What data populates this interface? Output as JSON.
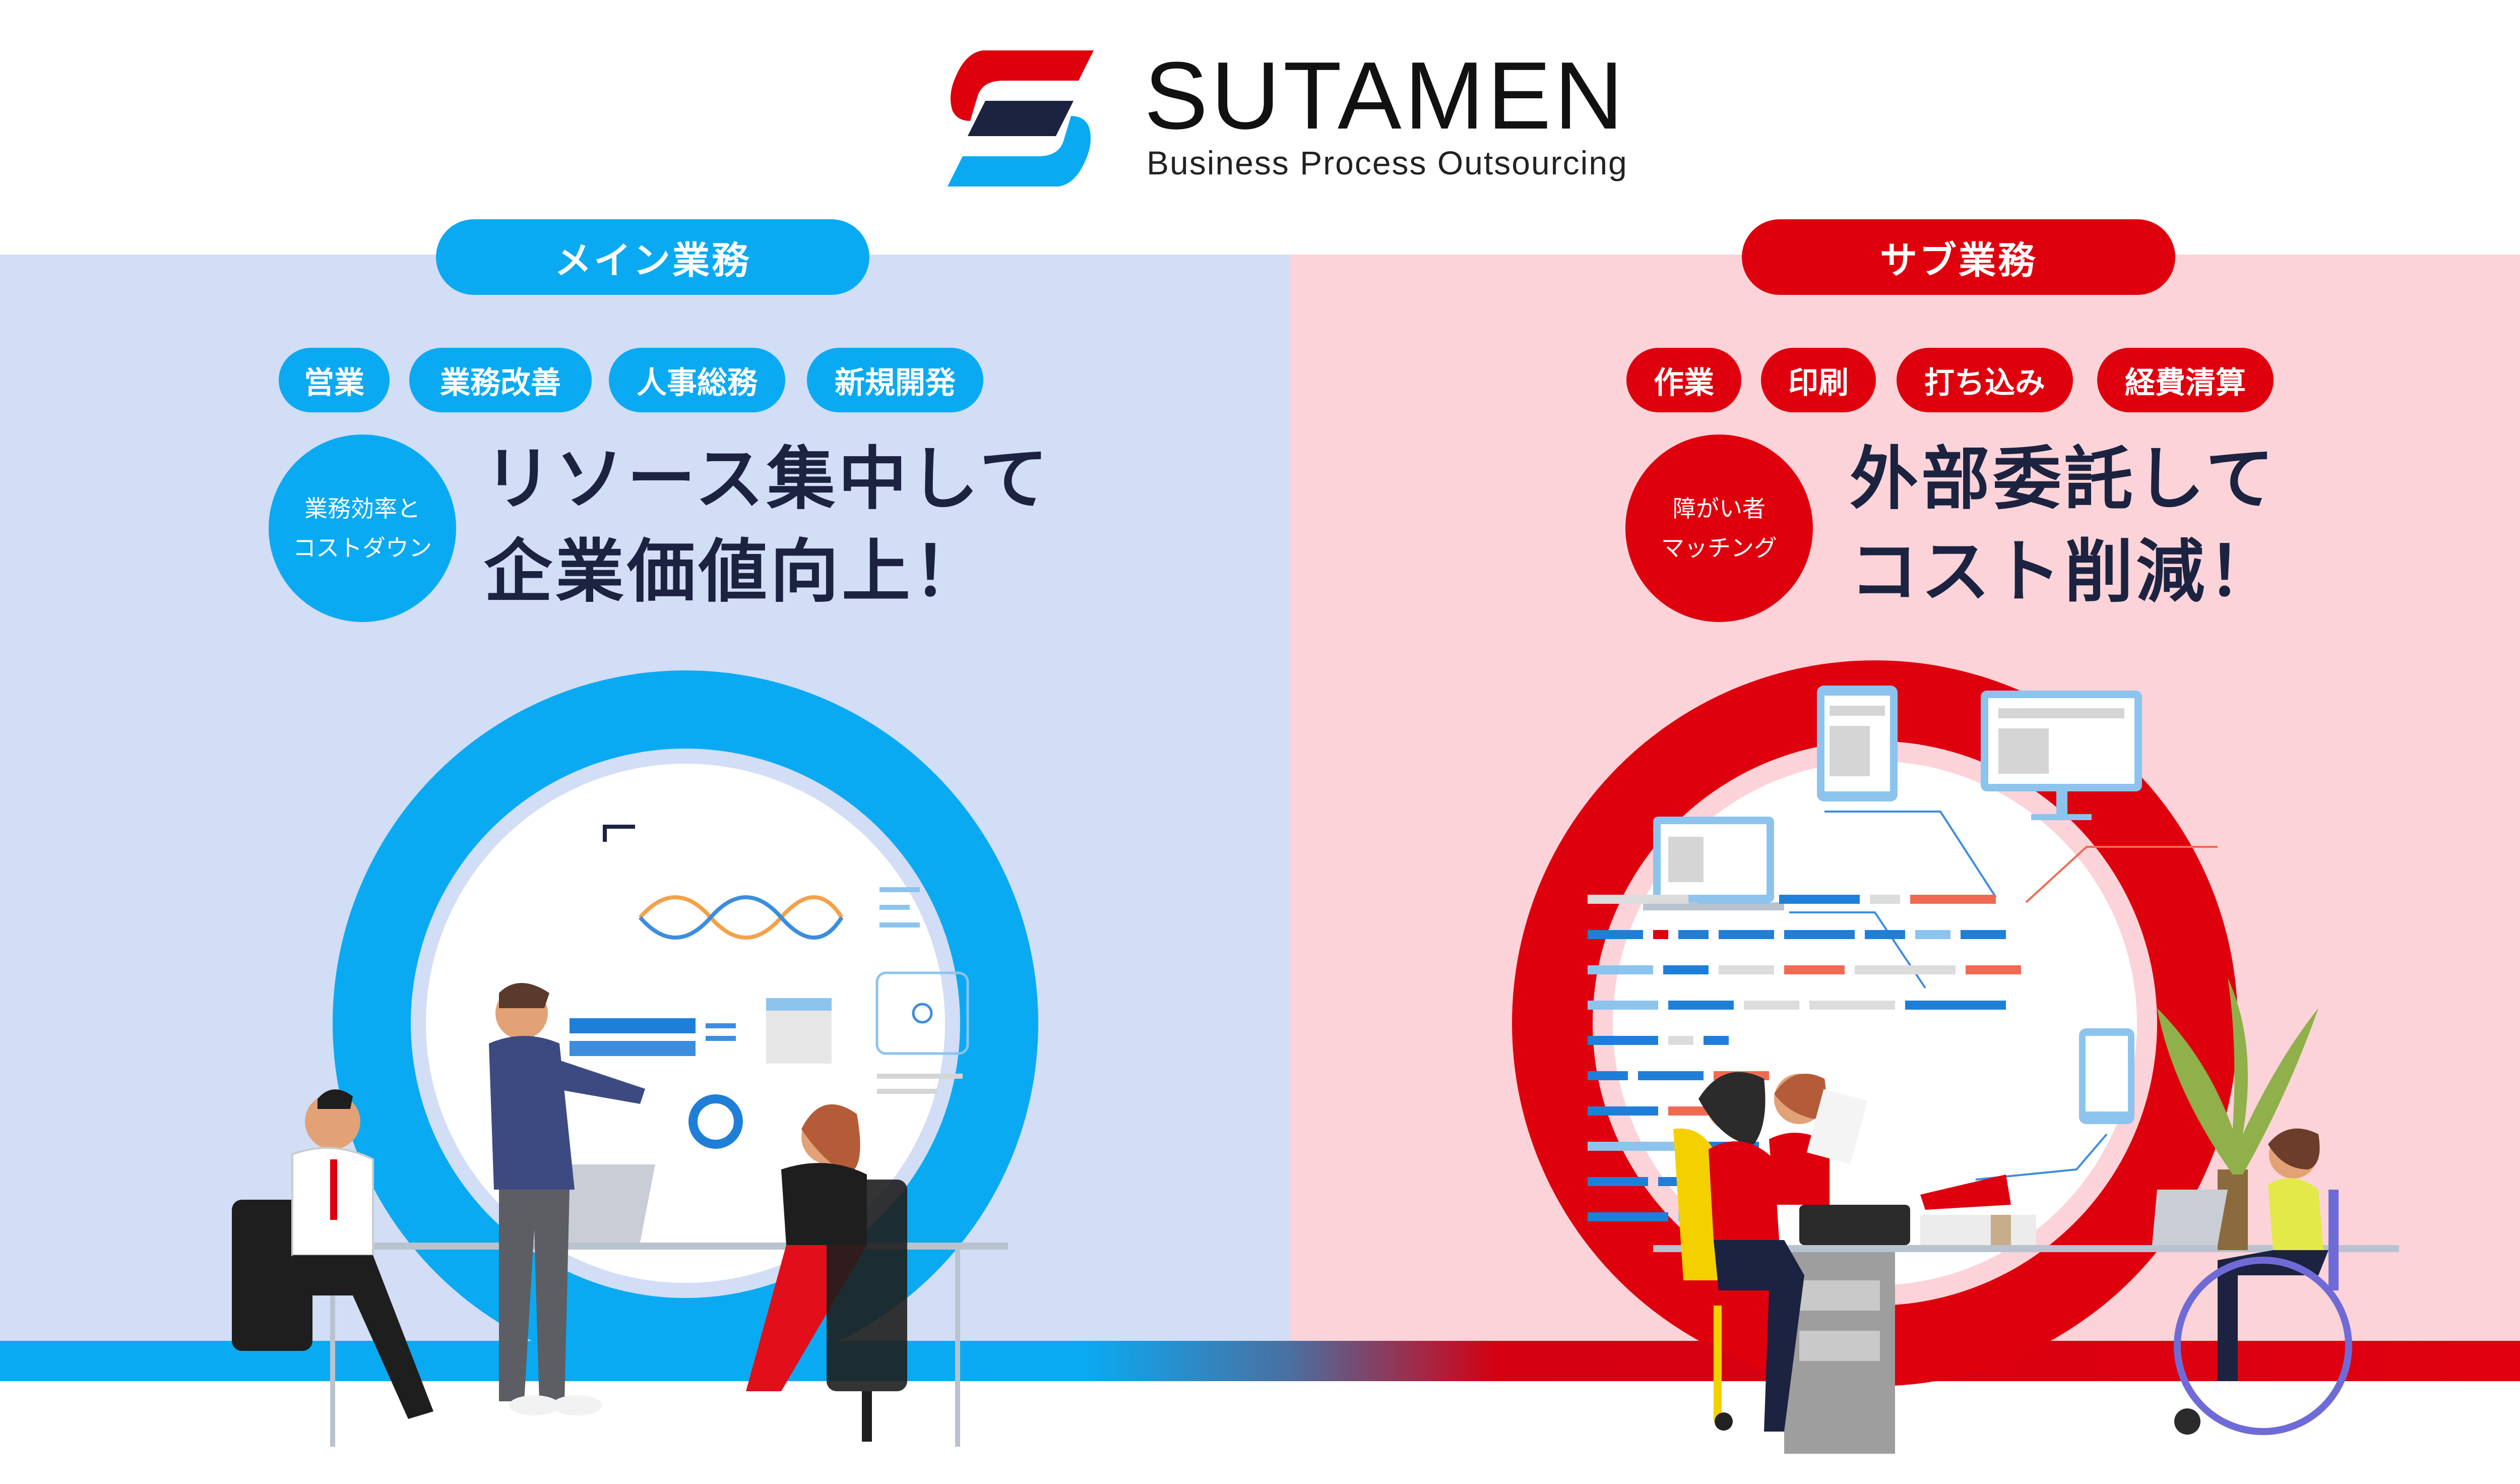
{
  "brand": {
    "name": "SUTAMEN",
    "subtitle": "Business Process Outsourcing",
    "colors": {
      "red": "#df000d",
      "blue": "#0aaaf2",
      "navy": "#1b2340"
    }
  },
  "left_section": {
    "title": "メイン業務",
    "tags": [
      "営業",
      "業務改善",
      "人事総務",
      "新規開発"
    ],
    "badge_line1": "業務効率と",
    "badge_line2": "コストダウン",
    "headline_line1": "リソース集中して",
    "headline_line2": "企業価値向上！",
    "background": "#d2ddf6"
  },
  "right_section": {
    "title": "サブ業務",
    "tags": [
      "作業",
      "印刷",
      "打ち込み",
      "経費清算"
    ],
    "badge_line1": "障がい者",
    "badge_line2": "マッチング",
    "headline_line1": "外部委託して",
    "headline_line2": "コスト削減！",
    "background": "#fbd3d9"
  }
}
